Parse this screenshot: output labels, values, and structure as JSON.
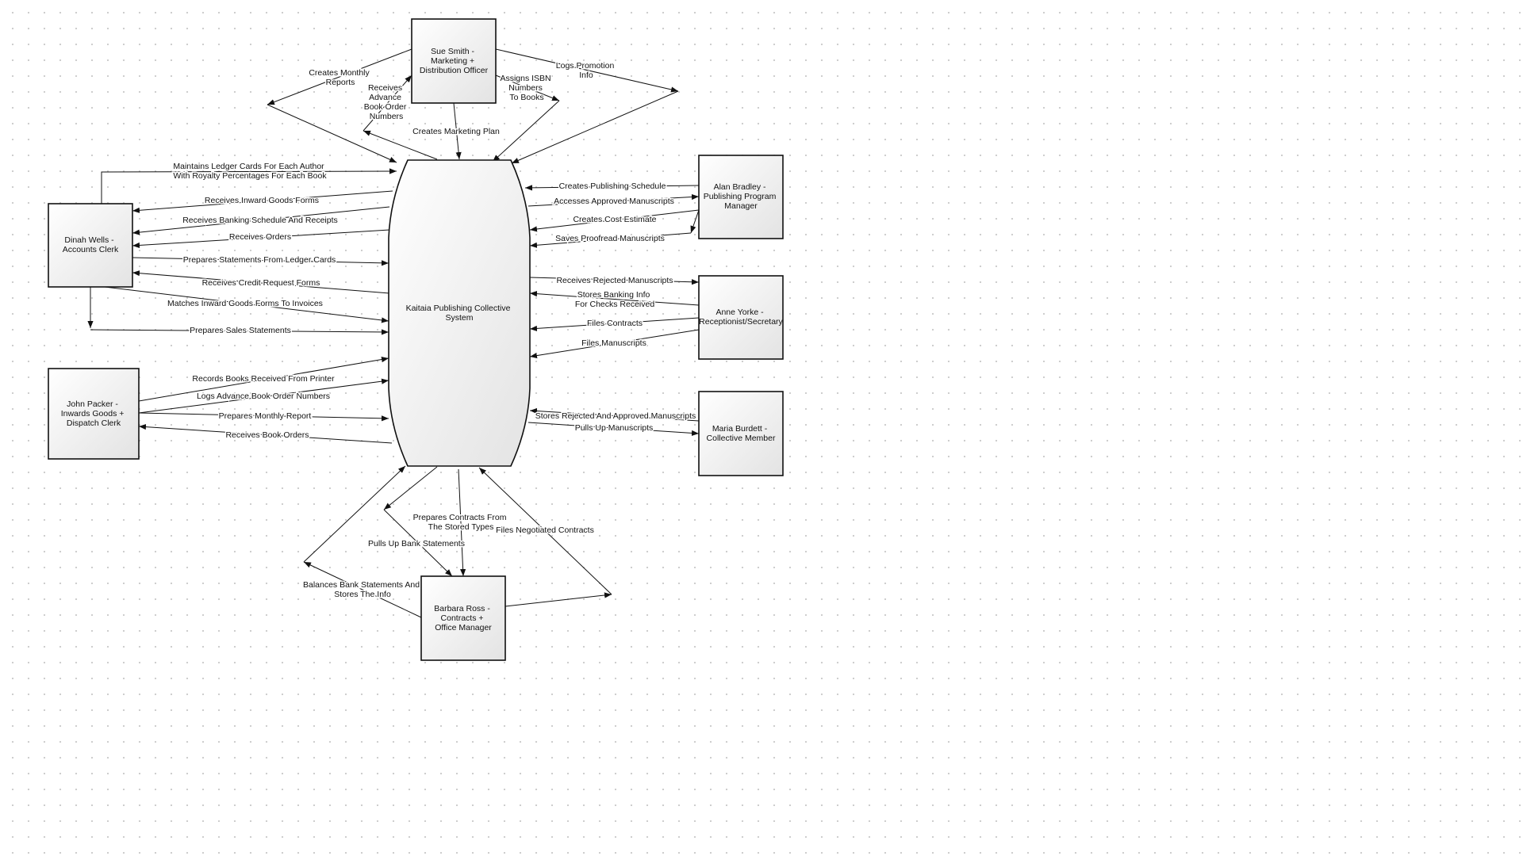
{
  "system": {
    "label": [
      "Kaitaia Publishing Collective",
      "System"
    ]
  },
  "entities": {
    "sue": [
      "Sue Smith -",
      "Marketing +",
      "Distribution Officer"
    ],
    "alan": [
      "Alan Bradley -",
      "Publishing Program",
      "Manager"
    ],
    "anne": [
      "Anne Yorke -",
      "Receptionist/Secretary"
    ],
    "maria": [
      "Maria Burdett -",
      "Collective Member"
    ],
    "dinah": [
      "Dinah Wells -",
      "Accounts Clerk"
    ],
    "john": [
      "John Packer -",
      "Inwards Goods +",
      "Dispatch Clerk"
    ],
    "barbara": [
      "Barbara Ross -",
      "Contracts +",
      "Office Manager"
    ]
  },
  "flows": {
    "creates_monthly_reports": [
      "Creates Monthly",
      "Reports"
    ],
    "receives_advance_book_order_numbers": [
      "Receives",
      "Advance",
      "Book Order",
      "Numbers"
    ],
    "creates_marketing_plan": [
      "Creates Marketing Plan"
    ],
    "assigns_isbn": [
      "Assigns ISBN",
      "Numbers",
      "To Books"
    ],
    "logs_promotion_info": [
      "Logs Promotion",
      "Info"
    ],
    "maintains_ledger_cards": [
      "Maintains Ledger Cards For Each Author",
      "With Royalty Percentages For Each Book"
    ],
    "receives_inward_goods_forms": [
      "Receives Inward Goods Forms"
    ],
    "receives_banking_schedule": [
      "Receives Banking Schedule And Receipts"
    ],
    "receives_orders": [
      "Receives Orders"
    ],
    "prepares_statements_ledger": [
      "Prepares Statements From Ledger Cards"
    ],
    "receives_credit_request_forms": [
      "Receives Credit Request Forms"
    ],
    "matches_inward_goods": [
      "Matches Inward Goods Forms To Invoices"
    ],
    "prepares_sales_statements": [
      "Prepares Sales Statements"
    ],
    "records_books_received": [
      "Records Books Received From Printer"
    ],
    "logs_advance_book_order": [
      "Logs Advance Book Order Numbers"
    ],
    "prepares_monthly_report": [
      "Prepares Monthly Report"
    ],
    "receives_book_orders": [
      "Receives Book Orders"
    ],
    "creates_publishing_schedule": [
      "Creates Publishing Schedule"
    ],
    "accesses_approved_manuscripts": [
      "Accesses Approved Manuscripts"
    ],
    "creates_cost_estimate": [
      "Creates Cost Estimate"
    ],
    "saves_proofread_manuscripts": [
      "Saves Proofread Manuscripts"
    ],
    "receives_rejected_manuscripts": [
      "Receives Rejected Manuscripts"
    ],
    "stores_banking_info": [
      "Stores Banking Info",
      "For Checks Received"
    ],
    "files_contracts": [
      "Files Contracts"
    ],
    "files_manuscripts": [
      "Files Manuscripts"
    ],
    "stores_rejected_approved": [
      "Stores Rejected And Approved Manuscripts"
    ],
    "pulls_up_manuscripts": [
      "Pulls Up Manuscripts"
    ],
    "prepares_contracts": [
      "Prepares Contracts From",
      "The Stored Types"
    ],
    "files_negotiated_contracts": [
      "Files Negotiated Contracts"
    ],
    "pulls_up_bank_statements": [
      "Pulls Up Bank Statements"
    ],
    "balances_bank_statements": [
      "Balances Bank Statements And",
      "Stores The Info"
    ]
  }
}
